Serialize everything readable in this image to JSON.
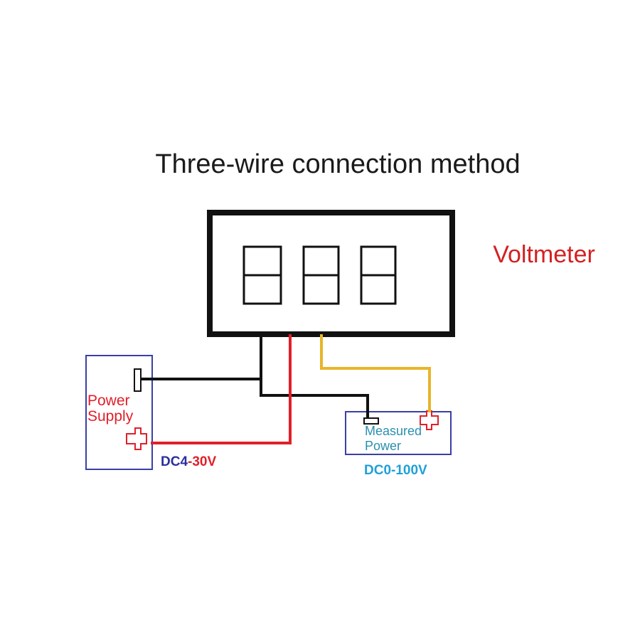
{
  "title": "Three-wire connection method",
  "voltmeter": {
    "label": "Voltmeter",
    "digits": 3
  },
  "power_supply": {
    "label_line1": "Power",
    "label_line2": "Supply",
    "spec_prefix": "DC4",
    "spec_suffix": "-30V"
  },
  "measured_power": {
    "label_line1": "Measured",
    "label_line2": "Power",
    "spec": "DC0-100V"
  },
  "wires": {
    "black": "#111111",
    "red": "#e0202a",
    "yellow": "#e8b52a"
  },
  "colors": {
    "title": "#1a1a1a",
    "voltmeter_label": "#d42020",
    "box_border": "#3a3fa6",
    "power_label": "#e0202a",
    "measured_label": "#2a8fb0",
    "spec_dc4": "#2a2fa0",
    "spec_dc0": "#1fa0d8"
  }
}
